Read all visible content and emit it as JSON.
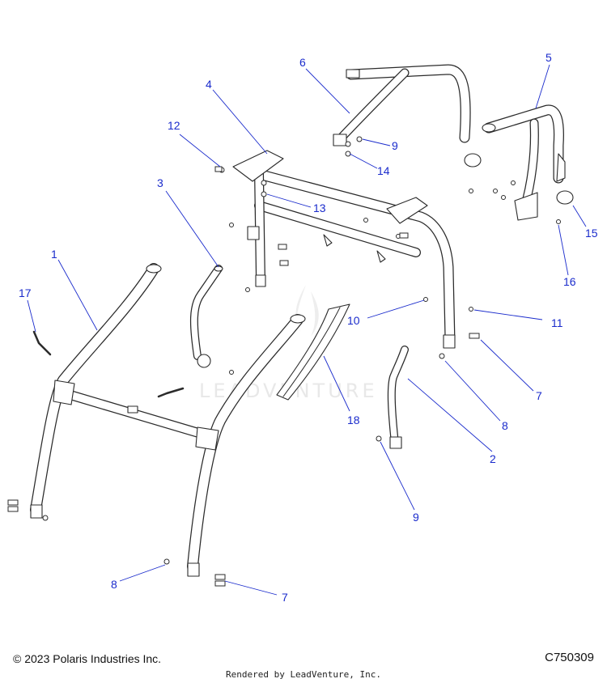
{
  "footer": {
    "copyright": "© 2023 Polaris Industries Inc.",
    "diagram_code": "C750309",
    "rendered_by": "Rendered by LeadVenture, Inc."
  },
  "watermark": "LEADVENTURE",
  "callouts": [
    {
      "id": "c1",
      "label": "1"
    },
    {
      "id": "c2",
      "label": "2"
    },
    {
      "id": "c3",
      "label": "3"
    },
    {
      "id": "c4",
      "label": "4"
    },
    {
      "id": "c5",
      "label": "5"
    },
    {
      "id": "c6",
      "label": "6"
    },
    {
      "id": "c7a",
      "label": "7"
    },
    {
      "id": "c7b",
      "label": "7"
    },
    {
      "id": "c8a",
      "label": "8"
    },
    {
      "id": "c8b",
      "label": "8"
    },
    {
      "id": "c9a",
      "label": "9"
    },
    {
      "id": "c9b",
      "label": "9"
    },
    {
      "id": "c10",
      "label": "10"
    },
    {
      "id": "c11",
      "label": "11"
    },
    {
      "id": "c12",
      "label": "12"
    },
    {
      "id": "c13",
      "label": "13"
    },
    {
      "id": "c14",
      "label": "14"
    },
    {
      "id": "c15",
      "label": "15"
    },
    {
      "id": "c16",
      "label": "16"
    },
    {
      "id": "c17",
      "label": "17"
    },
    {
      "id": "c18",
      "label": "18"
    }
  ]
}
